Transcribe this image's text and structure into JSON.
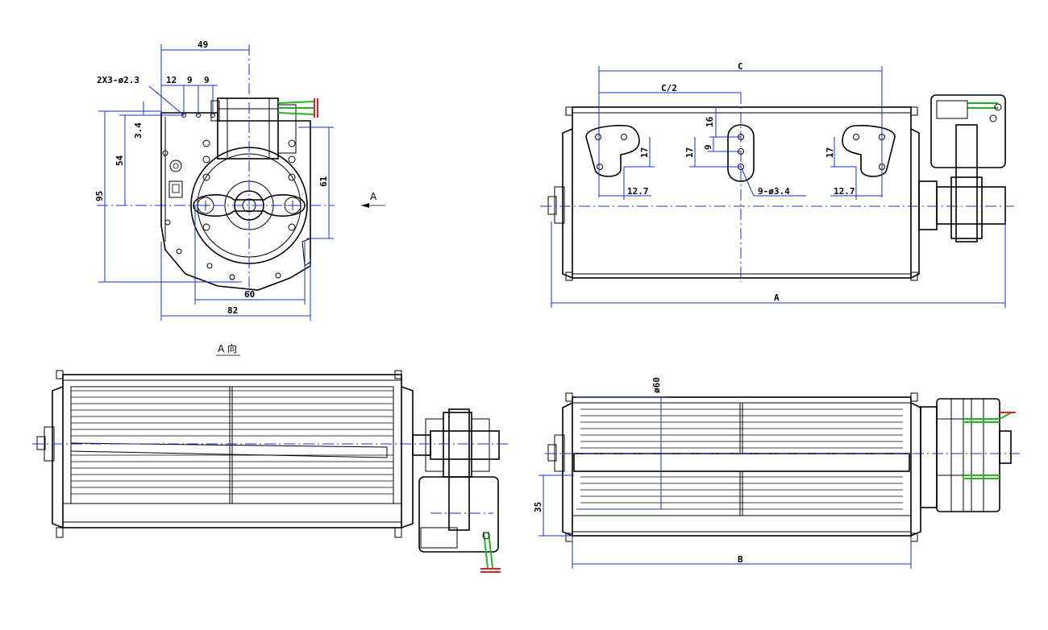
{
  "colors": {
    "outline": "#000000",
    "dimension": "#1a2dcc",
    "wire_green": "#22b422",
    "wire_red": "#e32020"
  },
  "views": {
    "side": {
      "dim_49": "49",
      "dim_holes": "2X3-ø2.3",
      "dim_12": "12",
      "dim_9a": "9",
      "dim_9b": "9",
      "dim_3_4": "3.4",
      "dim_54": "54",
      "dim_95": "95",
      "dim_61": "61",
      "dim_60": "60",
      "dim_82": "82",
      "arrow_a": "A"
    },
    "top": {
      "dim_c": "C",
      "dim_c2": "C/2",
      "dim_16": "16",
      "dim_9": "9",
      "dim_17_left": "17",
      "dim_17_mid": "17",
      "dim_17_right": "17",
      "dim_12_7_left": "12.7",
      "dim_12_7_right": "12.7",
      "dim_slots": "9-ø3.4",
      "dim_a": "A"
    },
    "a_view": {
      "caption": "A 向"
    },
    "front": {
      "dim_dia60": "ø60",
      "dim_35": "35",
      "dim_b": "B"
    }
  }
}
